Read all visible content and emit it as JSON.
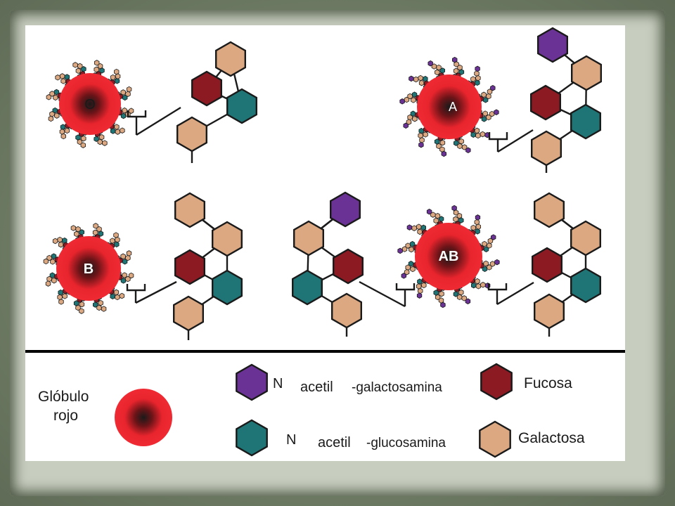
{
  "blood_types": [
    {
      "label": "O"
    },
    {
      "label": "A"
    },
    {
      "label": "B"
    },
    {
      "label": "AB"
    }
  ],
  "legend": {
    "red_cell_line1": "Glóbulo",
    "red_cell_line2": "rojo",
    "galnac_prefix": "N",
    "galnac_mid": "acetil",
    "galnac_suffix": "-galactosamina",
    "glcnac_prefix": "N",
    "glcnac_mid": "acetil",
    "glcnac_suffix": "-glucosamina",
    "fucose": "Fucosa",
    "galactose": "Galactosa"
  },
  "colors": {
    "n_acetylgalactosamine": "#6a3294",
    "fucose": "#8b1a23",
    "n_acetylglucosamine": "#1f7575",
    "galactose": "#dba881",
    "red_cell": "#e8242d",
    "frame": "#6f7b64"
  },
  "icons": {
    "sugar_shape": "hexagon-icon",
    "red_cell": "red-blood-cell-icon",
    "anchor": "membrane-anchor-icon"
  }
}
